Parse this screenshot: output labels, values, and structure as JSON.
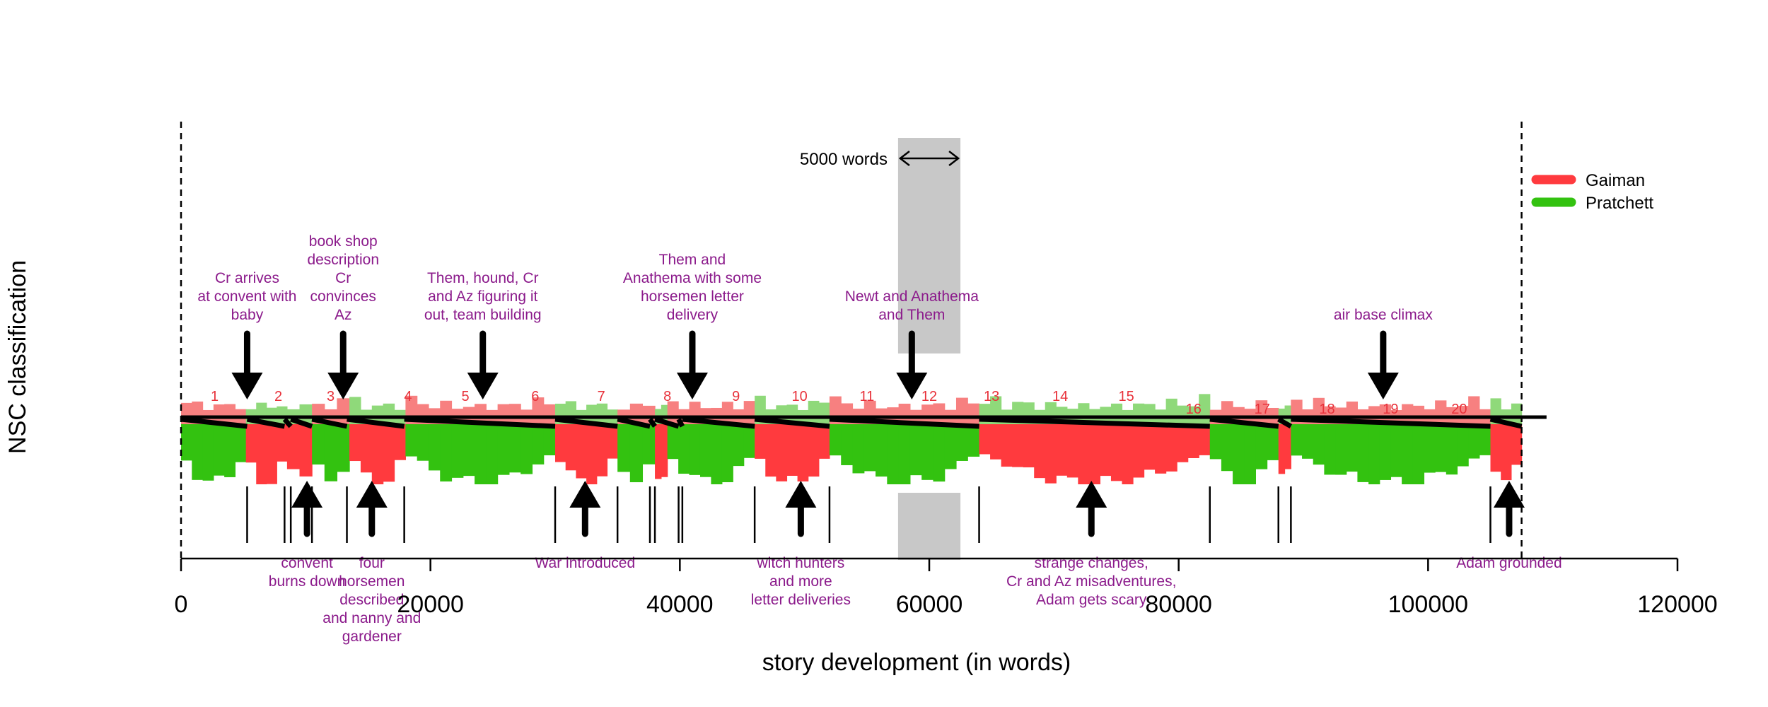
{
  "chart_data": {
    "type": "bar",
    "xlabel": "story development (in words)",
    "ylabel": "NSC classification",
    "xlim": [
      0,
      120000
    ],
    "xticks": [
      0,
      20000,
      40000,
      60000,
      80000,
      100000,
      120000
    ],
    "xtick_labels": [
      "0",
      "20000",
      "40000",
      "60000",
      "80000",
      "100000",
      "120000"
    ],
    "story_end": 107500,
    "legend": {
      "placement": "top-right",
      "entries": [
        {
          "name": "Gaiman",
          "color": "#ff3a3e"
        },
        {
          "name": "Pratchett",
          "color": "#33c210"
        }
      ]
    },
    "colors": {
      "gaiman": "#ff3a3e",
      "pratchett": "#33c210",
      "gaiman_light": "#f78080",
      "pratchett_light": "#8fd97a",
      "annotation": "#8b1a8b",
      "chapter_number": "#e8313a",
      "highlight_band": "#c8c8c8"
    },
    "scale_marker": {
      "label": "5000 words",
      "from": 57500,
      "to": 62500
    },
    "highlight_band": [
      57500,
      62500
    ],
    "segments": [
      {
        "x0": 0,
        "x1": 5200,
        "author": "Pratchett"
      },
      {
        "x0": 5200,
        "x1": 8500,
        "author": "Gaiman"
      },
      {
        "x0": 8500,
        "x1": 10500,
        "author": "Gaiman"
      },
      {
        "x0": 10500,
        "x1": 13500,
        "author": "Pratchett"
      },
      {
        "x0": 13500,
        "x1": 18000,
        "author": "Gaiman"
      },
      {
        "x0": 18000,
        "x1": 30000,
        "author": "Pratchett"
      },
      {
        "x0": 30000,
        "x1": 35000,
        "author": "Gaiman"
      },
      {
        "x0": 35000,
        "x1": 38000,
        "author": "Pratchett"
      },
      {
        "x0": 38000,
        "x1": 39000,
        "author": "Gaiman"
      },
      {
        "x0": 39000,
        "x1": 46000,
        "author": "Pratchett"
      },
      {
        "x0": 46000,
        "x1": 52000,
        "author": "Gaiman"
      },
      {
        "x0": 52000,
        "x1": 64000,
        "author": "Pratchett"
      },
      {
        "x0": 64000,
        "x1": 82500,
        "author": "Gaiman"
      },
      {
        "x0": 82500,
        "x1": 88000,
        "author": "Pratchett"
      },
      {
        "x0": 88000,
        "x1": 89000,
        "author": "Gaiman"
      },
      {
        "x0": 89000,
        "x1": 105000,
        "author": "Pratchett"
      },
      {
        "x0": 105000,
        "x1": 107500,
        "author": "Gaiman"
      }
    ],
    "chapter_boundaries": [
      5300,
      8300,
      8800,
      10500,
      13300,
      17900,
      30000,
      35000,
      37600,
      38000,
      39900,
      40200,
      46000,
      52000,
      64000,
      82500,
      88000,
      89000,
      105000
    ],
    "chapters": [
      {
        "label": "1",
        "x": 2700
      },
      {
        "label": "2",
        "x": 7800
      },
      {
        "label": "3",
        "x": 12000
      },
      {
        "label": "4",
        "x": 18200
      },
      {
        "label": "5",
        "x": 22800
      },
      {
        "label": "6",
        "x": 28400
      },
      {
        "label": "7",
        "x": 33700
      },
      {
        "label": "8",
        "x": 39000
      },
      {
        "label": "9",
        "x": 44500
      },
      {
        "label": "10",
        "x": 49600
      },
      {
        "label": "11",
        "x": 55000
      },
      {
        "label": "12",
        "x": 60000
      },
      {
        "label": "13",
        "x": 65000
      },
      {
        "label": "14",
        "x": 70500
      },
      {
        "label": "15",
        "x": 75800
      },
      {
        "label": "16",
        "x": 81200
      },
      {
        "label": "17",
        "x": 86700
      },
      {
        "label": "18",
        "x": 91900
      },
      {
        "label": "19",
        "x": 97000
      },
      {
        "label": "20",
        "x": 102500
      }
    ],
    "annotations": [
      {
        "lines": [
          "Cr arrives",
          "at convent with",
          "baby"
        ],
        "x": 5300,
        "position": "above"
      },
      {
        "lines": [
          "book shop",
          "description",
          "Cr",
          "convinces",
          "Az"
        ],
        "x": 13000,
        "position": "above"
      },
      {
        "lines": [
          "Them, hound, Cr",
          "and Az figuring it",
          "out, team building"
        ],
        "x": 24200,
        "position": "above"
      },
      {
        "lines": [
          "Them and",
          "Anathema with some",
          "horsemen letter",
          "delivery"
        ],
        "x": 41000,
        "position": "above"
      },
      {
        "lines": [
          "Newt and Anathema",
          "and Them"
        ],
        "x": 58600,
        "position": "above"
      },
      {
        "lines": [
          "air base climax"
        ],
        "x": 96400,
        "position": "above"
      },
      {
        "lines": [
          "convent",
          "burns down"
        ],
        "x": 10100,
        "position": "below"
      },
      {
        "lines": [
          "four",
          "horsemen",
          "described",
          "and nanny and",
          "gardener"
        ],
        "x": 15300,
        "position": "below"
      },
      {
        "lines": [
          "War introduced"
        ],
        "x": 32400,
        "position": "below"
      },
      {
        "lines": [
          "witch hunters",
          "and more",
          "letter deliveries"
        ],
        "x": 49700,
        "position": "below"
      },
      {
        "lines": [
          "strange changes,",
          "Cr and Az misadventures,",
          "Adam gets scary"
        ],
        "x": 73000,
        "position": "below"
      },
      {
        "lines": [
          "Adam grounded"
        ],
        "x": 106500,
        "position": "below"
      }
    ]
  }
}
